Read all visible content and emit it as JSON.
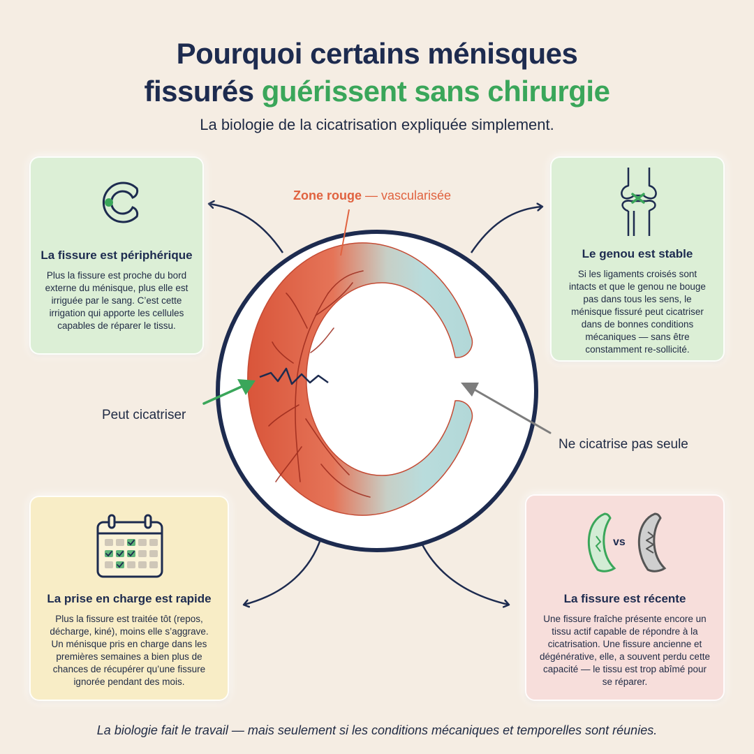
{
  "title": {
    "line1": "Pourquoi certains ménisques",
    "line2_dark": "fissurés ",
    "line2_accent": "guérissent sans chirurgie"
  },
  "subtitle": "La biologie de la cicatrisation expliquée simplement.",
  "diagram": {
    "zone_label_bold": "Zone rouge",
    "zone_label_rest": " — vascularisée",
    "left_label": "Peut cicatriser",
    "right_label": "Ne cicatrise pas seule"
  },
  "cards": {
    "peripheral": {
      "title": "La fissure est périphérique",
      "text": "Plus la fissure est proche du bord externe du ménisque, plus elle est irriguée par le sang. C’est cette irrigation qui apporte les cellules capables de réparer le tissu.",
      "icon": "c-shape-meniscus-icon"
    },
    "stable": {
      "title": "Le genou est stable",
      "text": "Si les ligaments croisés sont intacts et que le genou ne bouge pas dans tous les sens, le ménisque fissuré peut cicatriser dans de bonnes conditions mécaniques — sans être constamment re-sollicité.",
      "icon": "knee-joint-icon"
    },
    "rapid": {
      "title": "La prise en charge est rapide",
      "text": "Plus la fissure est traitée tôt (repos, décharge, kiné), moins elle s’aggrave. Un ménisque pris en charge dans les premières semaines a bien plus de chances de récupérer qu’une fissure ignorée pendant des mois.",
      "icon": "calendar-icon"
    },
    "recent": {
      "title": "La fissure est récente",
      "text": "Une fissure fraîche présente encore un tissu actif capable de répondre à la cicatrisation. Une fissure ancienne et dégénérative, elle, a souvent perdu cette capacité — le tissu est trop abîmé pour se réparer.",
      "icon": "meniscus-comparison-icon",
      "vs": "vs"
    }
  },
  "footer": "La biologie fait le travail — mais seulement si les conditions mécaniques et temporelles sont réunies.",
  "colors": {
    "background": "#f5ede3",
    "accent_green": "#3aa65a",
    "red_zone": "#e0623f",
    "white_zone": "#b9dcdc",
    "navy": "#1d2b4f"
  }
}
